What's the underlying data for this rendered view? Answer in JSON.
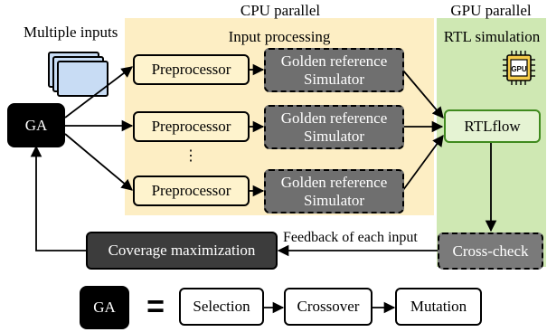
{
  "labels": {
    "cpu_parallel": "CPU parallel",
    "gpu_parallel": "GPU parallel",
    "multiple_inputs": "Multiple inputs",
    "input_processing": "Input processing",
    "rtl_simulation": "RTL simulation",
    "ga": "GA",
    "preprocessor": "Preprocessor",
    "golden_line1": "Golden reference",
    "golden_line2": "Simulator",
    "vertical_ellipsis": "⋮",
    "rtlflow": "RTLflow",
    "feedback": "Feedback of each input",
    "coverage_maximization": "Coverage maximization",
    "cross_check": "Cross-check",
    "equals": "=",
    "selection": "Selection",
    "crossover": "Crossover",
    "mutation": "Mutation",
    "gpu_chip": "GPU"
  },
  "colors": {
    "cpu_region": "#fdeec4",
    "gpu_region": "#cfe8b3",
    "preprocessor_fill": "#fef3cd",
    "golden_fill": "#6f6f6f",
    "coverage_fill": "#3c3c3c",
    "rtlflow_fill": "#e5f3d3",
    "rtlflow_border": "#3f8a1e",
    "crosscheck_fill": "#7a7a7a",
    "chip_fill": "#f5cc4a"
  },
  "icons": [
    "stacked-documents-icon",
    "gpu-chip-icon"
  ]
}
